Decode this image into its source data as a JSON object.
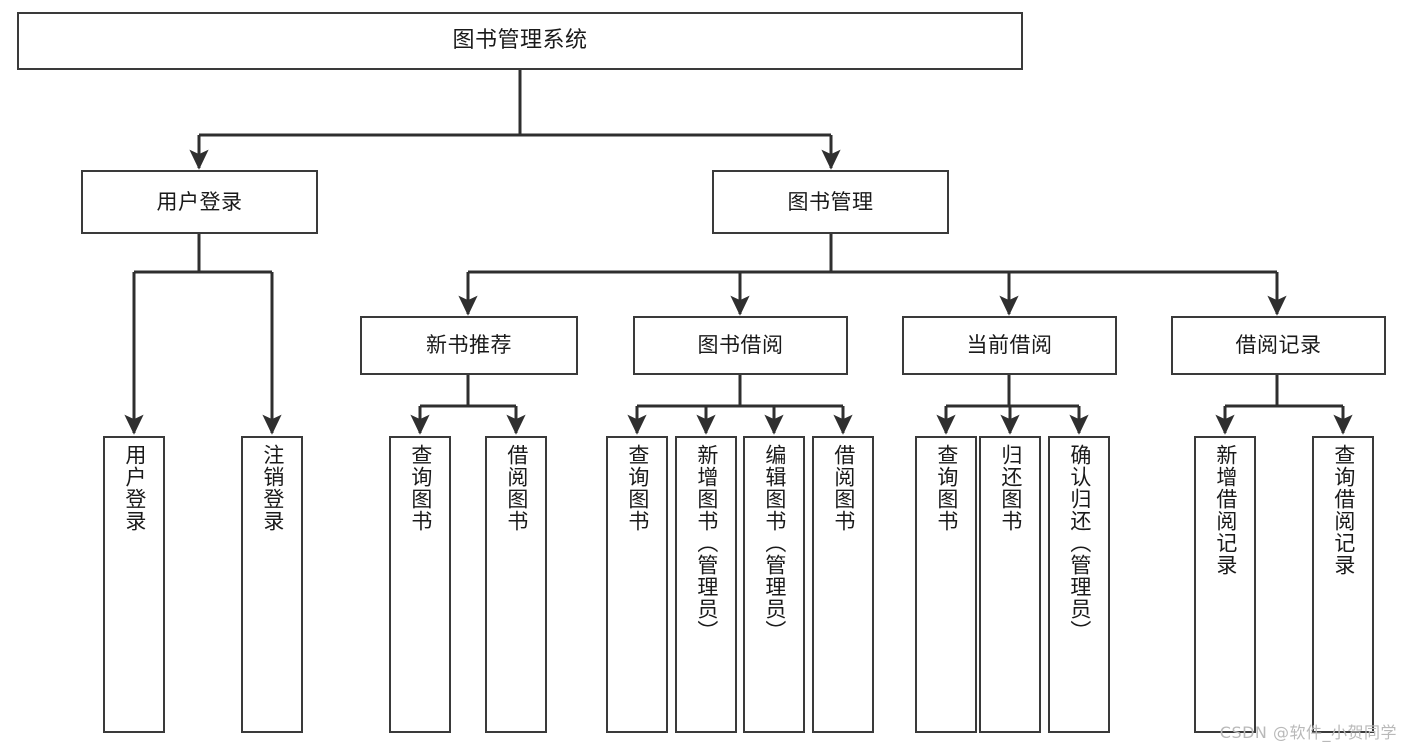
{
  "diagram": {
    "title_node": {
      "id": "root",
      "label": "图书管理系统"
    },
    "level2": [
      {
        "id": "user_login",
        "label": "用户登录"
      },
      {
        "id": "book_mgmt",
        "label": "图书管理"
      }
    ],
    "level3": [
      {
        "id": "new_book_rec",
        "label": "新书推荐"
      },
      {
        "id": "book_borrow",
        "label": "图书借阅"
      },
      {
        "id": "current_borrow",
        "label": "当前借阅"
      },
      {
        "id": "borrow_record",
        "label": "借阅记录"
      }
    ],
    "leaves": {
      "user_login": [
        {
          "id": "leaf_user_login",
          "label": "用户登录"
        },
        {
          "id": "leaf_logout",
          "label": "注销登录"
        }
      ],
      "new_book_rec": [
        {
          "id": "leaf_query_book_1",
          "label": "查询图书"
        },
        {
          "id": "leaf_borrow_book_1",
          "label": "借阅图书"
        }
      ],
      "book_borrow": [
        {
          "id": "leaf_query_book_2",
          "label": "查询图书"
        },
        {
          "id": "leaf_add_book",
          "label": "新增图书（管理员）"
        },
        {
          "id": "leaf_edit_book",
          "label": "编辑图书（管理员）"
        },
        {
          "id": "leaf_borrow_book_2",
          "label": "借阅图书"
        }
      ],
      "current_borrow": [
        {
          "id": "leaf_query_book_3",
          "label": "查询图书"
        },
        {
          "id": "leaf_return_book",
          "label": "归还图书"
        },
        {
          "id": "leaf_confirm_return",
          "label": "确认归还（管理员）"
        }
      ],
      "borrow_record": [
        {
          "id": "leaf_add_record",
          "label": "新增借阅记录"
        },
        {
          "id": "leaf_query_record",
          "label": "查询借阅记录"
        }
      ]
    }
  },
  "watermark": {
    "text": "CSDN @软件_小贺同学"
  },
  "colors": {
    "stroke": "#3a3a3a",
    "fill": "#ffffff",
    "text": "#1a1a1a",
    "watermark": "#b9b9b9"
  }
}
